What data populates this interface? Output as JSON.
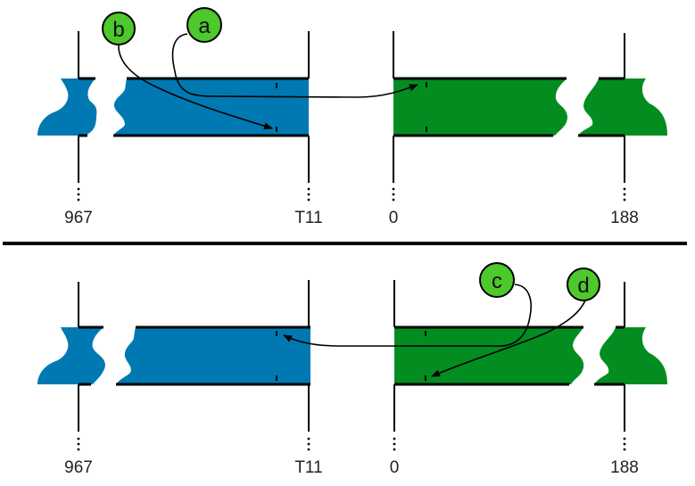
{
  "colors": {
    "blue": "#0079b3",
    "green": "#038d21",
    "badge": "#4dc82d",
    "line": "#000000"
  },
  "panels": [
    {
      "name": "top",
      "axis_labels": [
        "967",
        "T11",
        "0",
        "188"
      ],
      "badges": [
        {
          "label": "b",
          "target": "blue-bar lower tick"
        },
        {
          "label": "a",
          "target": "green-bar upper tick"
        }
      ]
    },
    {
      "name": "bottom",
      "axis_labels": [
        "967",
        "T11",
        "0",
        "188"
      ],
      "badges": [
        {
          "label": "c",
          "target": "blue-bar upper tick"
        },
        {
          "label": "d",
          "target": "green-bar lower tick"
        }
      ]
    }
  ]
}
